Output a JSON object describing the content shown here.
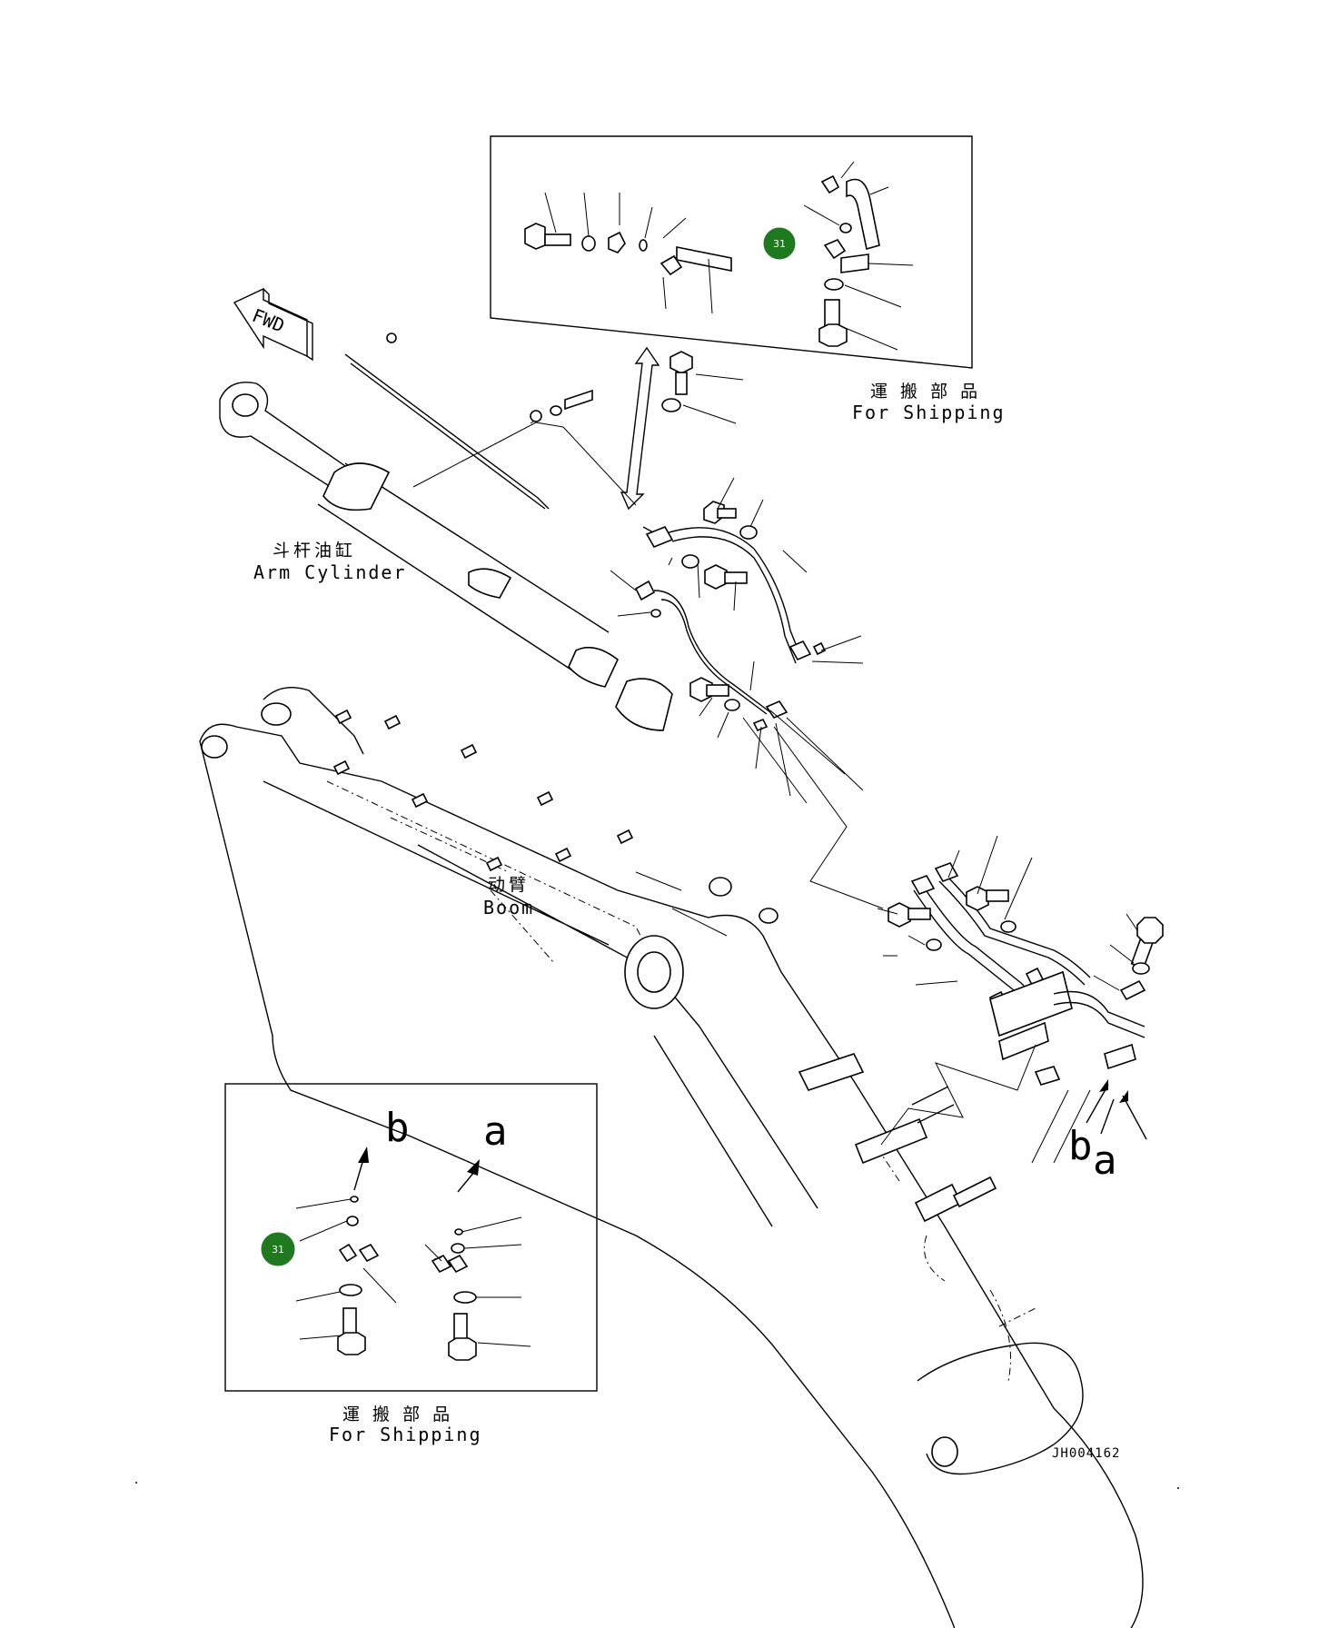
{
  "diagram": {
    "fwd_label": "FWD",
    "arm_cylinder": {
      "cn": "斗杆油缸",
      "en": "Arm Cylinder"
    },
    "boom": {
      "cn": "动臂",
      "en": "Boom"
    },
    "inset_top": {
      "cn": "運 搬 部 品",
      "en": "For Shipping",
      "badge": "31"
    },
    "inset_bottom": {
      "cn": "運 搬 部 品",
      "en": "For Shipping",
      "badge": "31",
      "arrow_b": "b",
      "arrow_a": "a"
    },
    "detail_b": "b",
    "detail_a": "a",
    "drawing_number": "JH004162",
    "colors": {
      "badge_fill": "#1f7a1f",
      "line": "#000000",
      "background": "#ffffff"
    }
  }
}
